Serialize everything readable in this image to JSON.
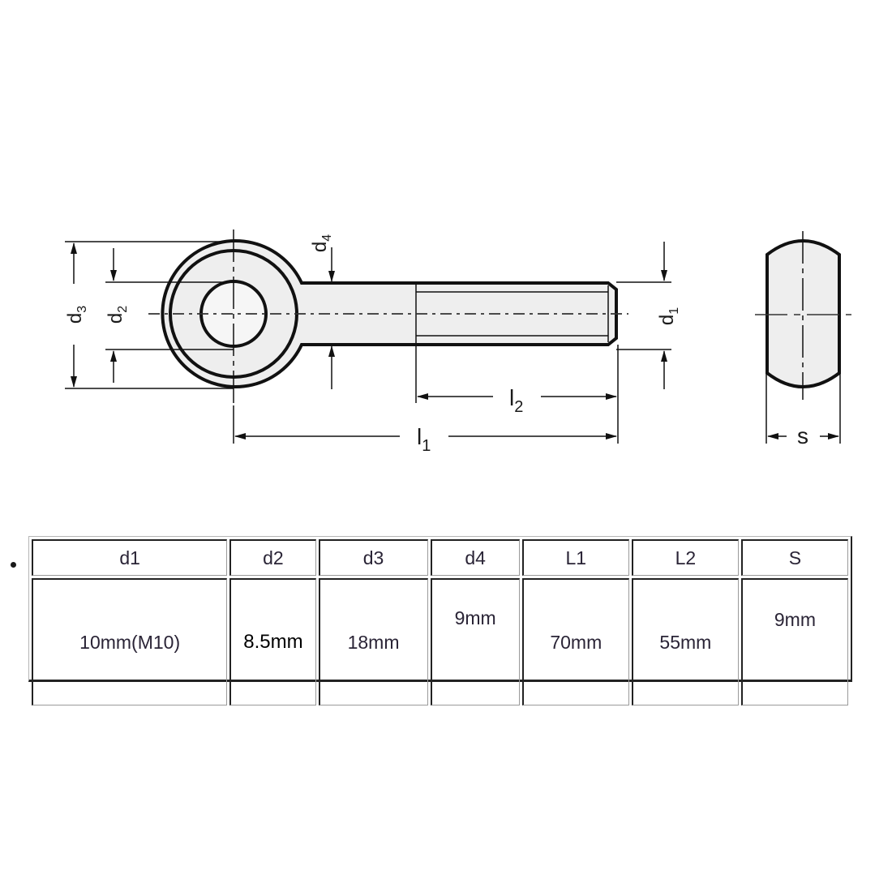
{
  "drawing": {
    "title": "Eye bolt dimension drawing",
    "labels": {
      "d1": "d",
      "d1_sub": "1",
      "d2": "d",
      "d2_sub": "2",
      "d3": "d",
      "d3_sub": "3",
      "d4": "d",
      "d4_sub": "4",
      "l1": "l",
      "l1_sub": "1",
      "l2": "l",
      "l2_sub": "2",
      "s": "s"
    },
    "colors": {
      "line": "#111111",
      "fill": "#eeeeee",
      "background": "#ffffff"
    }
  },
  "spec_table": {
    "headers": [
      "d1",
      "d2",
      "d3",
      "d4",
      "L1",
      "L2",
      "S"
    ],
    "values": [
      "10mm(M10)",
      "8.5mm",
      "18mm",
      "9mm",
      "70mm",
      "55mm",
      "9mm"
    ]
  }
}
